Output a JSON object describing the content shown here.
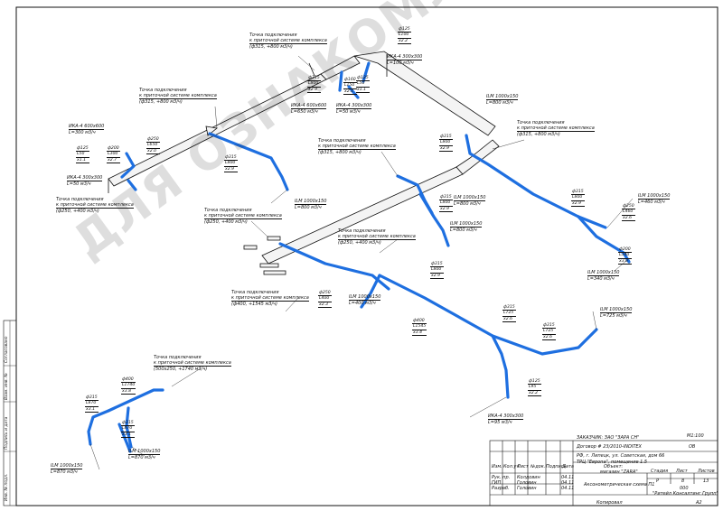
{
  "colors": {
    "duct": "#1e6fe0",
    "line": "#111111",
    "watermark": "#000000"
  },
  "watermark": "ДЛЯ ОЗНАКОМЛЕНИЯ",
  "connection_points": [
    {
      "id": "cp1",
      "lines": [
        "Точка подключения",
        "к приточной системе комплекса",
        "(ф315, +800 м3/ч)"
      ]
    },
    {
      "id": "cp2",
      "lines": [
        "Точка подключения",
        "к приточной системе комплекса",
        "(ф315, +800 м3/ч)"
      ]
    },
    {
      "id": "cp3",
      "lines": [
        "Точка подключения",
        "к приточной системе комплекса",
        "(ф315, +800 м3/ч)"
      ]
    },
    {
      "id": "cp4",
      "lines": [
        "Точка подключения",
        "к приточной системе комплекса",
        "(ф315, +800 м3/ч)"
      ]
    },
    {
      "id": "cp5",
      "lines": [
        "Точка подключения",
        "к приточной системе комплекса",
        "(ф250, +400 м3/ч)"
      ]
    },
    {
      "id": "cp6",
      "lines": [
        "Точка подключения",
        "к приточной системе комплекса",
        "(ф250, +400 м3/ч)"
      ]
    },
    {
      "id": "cp7",
      "lines": [
        "Точка подключения",
        "к приточной системе комплекса",
        "(ф250, +400 м3/ч)"
      ]
    },
    {
      "id": "cp8",
      "lines": [
        "Точка подключения",
        "к приточной системе комплекса",
        "(ф400, +1545 м3/ч)"
      ]
    },
    {
      "id": "cp9",
      "lines": [
        "Точка подключения",
        "к приточной системе комплекса",
        "(500х250, +1740 м3/ч)"
      ]
    }
  ],
  "diffusers": [
    {
      "id": "d1",
      "lines": [
        "ИКА-4  300х300",
        "L=100 м3/ч"
      ]
    },
    {
      "id": "d2",
      "lines": [
        "ИКА-4  600х600",
        "L=650 м3/ч"
      ]
    },
    {
      "id": "d3",
      "lines": [
        "ИКА-4  300х300",
        "L=50 м3/ч"
      ]
    },
    {
      "id": "d4",
      "lines": [
        "ИКА-4  600х600",
        "L=300 м3/ч"
      ]
    },
    {
      "id": "d5",
      "lines": [
        "ИКА-4  300х300",
        "L=50 м3/ч"
      ]
    },
    {
      "id": "d6",
      "lines": [
        "ILM 1000х150",
        "L=800 м3/ч"
      ]
    },
    {
      "id": "d7",
      "lines": [
        "ILM 1000х150",
        "L=800 м3/ч"
      ]
    },
    {
      "id": "d8",
      "lines": [
        "ILM 1000х150",
        "L=800 м3/ч"
      ]
    },
    {
      "id": "d9",
      "lines": [
        "ILM 1000х150",
        "L=800 м3/ч"
      ]
    },
    {
      "id": "d10",
      "lines": [
        "ILM 1000х150",
        "L=460 м3/ч"
      ]
    },
    {
      "id": "d11",
      "lines": [
        "ILM 1000х150",
        "L=340 м3/ч"
      ]
    },
    {
      "id": "d12",
      "lines": [
        "ILM 1000х150",
        "L=400 м3/ч"
      ]
    },
    {
      "id": "d13",
      "lines": [
        "ILM 1000х150",
        "L=725 м3/ч"
      ]
    },
    {
      "id": "d14",
      "lines": [
        "ИКА-4  300х300",
        "L=95 м3/ч"
      ]
    },
    {
      "id": "d15",
      "lines": [
        "ILM 1000х150",
        "L=870 м3/ч"
      ]
    },
    {
      "id": "d16",
      "lines": [
        "ILM 1000х150",
        "L=870 м3/ч"
      ]
    }
  ],
  "tags": [
    {
      "id": "t1",
      "lines": [
        "ф125",
        "L100",
        "х2.2"
      ]
    },
    {
      "id": "t2",
      "lines": [
        "ф315",
        "L800",
        "х2.9"
      ]
    },
    {
      "id": "t3",
      "lines": [
        "ф160",
        "L150",
        "х2.1"
      ]
    },
    {
      "id": "t4",
      "lines": [
        "ф125",
        "L50",
        "х1.1"
      ]
    },
    {
      "id": "t5",
      "lines": [
        "ф250",
        "L650",
        "х2.0"
      ]
    },
    {
      "id": "t6",
      "lines": [
        "ф125",
        "L50",
        "х1.1"
      ]
    },
    {
      "id": "t7",
      "lines": [
        "ф200",
        "L300",
        "х2.7"
      ]
    },
    {
      "id": "t8",
      "lines": [
        "ф315",
        "L800",
        "х2.9"
      ]
    },
    {
      "id": "t9",
      "lines": [
        "ф315",
        "L800",
        "х2.9"
      ]
    },
    {
      "id": "t10",
      "lines": [
        "ф315",
        "L800",
        "х2.9"
      ]
    },
    {
      "id": "t11",
      "lines": [
        "ф315",
        "L800",
        "х2.9"
      ]
    },
    {
      "id": "t12",
      "lines": [
        "ф315",
        "L800",
        "х2.9"
      ]
    },
    {
      "id": "t13",
      "lines": [
        "ф250",
        "L460",
        "х2.6"
      ]
    },
    {
      "id": "t14",
      "lines": [
        "ф200",
        "L340",
        "х3.0"
      ]
    },
    {
      "id": "t15",
      "lines": [
        "ф250",
        "L400",
        "х2.3"
      ]
    },
    {
      "id": "t16",
      "lines": [
        "ф315",
        "L725",
        "х2.6"
      ]
    },
    {
      "id": "t17",
      "lines": [
        "ф315",
        "L725",
        "х2.6"
      ]
    },
    {
      "id": "t18",
      "lines": [
        "ф400",
        "L1545",
        "х3.4"
      ]
    },
    {
      "id": "t19",
      "lines": [
        "ф125",
        "L95",
        "х2.2"
      ]
    },
    {
      "id": "t20",
      "lines": [
        "ф400",
        "L1740",
        "х3.8"
      ]
    },
    {
      "id": "t21",
      "lines": [
        "ф315",
        "L870",
        "х3.1"
      ]
    },
    {
      "id": "t22",
      "lines": [
        "ф315",
        "L870",
        "х3.1"
      ]
    }
  ],
  "title_block": {
    "scale": "М1:100",
    "customer": "ЗАКАЗЧИК: ЗАО \"ЗАРА СН\"",
    "contract": "Договор # 23/2010-INDITEX",
    "sheet_code": "ОВ",
    "address_1": "РФ, г. Липецк, ул. Советская, дом 66",
    "address_2": "ТРЦ \"Европа\", помещение 1.5",
    "object_label": "Объект:",
    "object_name": "магазин \"ZARA\"",
    "drawing_title": "Аксонометрическая схема П1",
    "stage_header": "Стадия",
    "sheet_header": "Лист",
    "sheets_header": "Листов",
    "stage": "Р",
    "sheet": "8",
    "sheets": "13",
    "company_1": "000",
    "company_2": "\"Ритейл Консалтинг Групп\"",
    "copied": "Копировал",
    "format": "А2",
    "col_headers": [
      "Изм.",
      "Кол.уч",
      "Лист",
      "№док.",
      "Подпись",
      "Дата"
    ],
    "signers": [
      {
        "role": "Рук. пр.",
        "name": "Колдовин",
        "date": "04.11"
      },
      {
        "role": "ГИП",
        "name": "Головин",
        "date": "04.11"
      },
      {
        "role": "Разраб.",
        "name": "Головин",
        "date": "04.11"
      }
    ]
  },
  "side_strip": [
    "Согласовано",
    "Взам. инв. №",
    "Подпись и дата",
    "Инв. № подл."
  ]
}
